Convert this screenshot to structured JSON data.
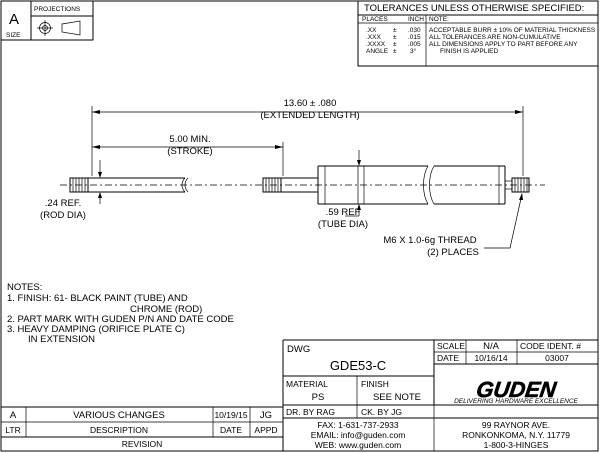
{
  "size_block": {
    "letter": "A",
    "label": "SIZE",
    "projections_label": "PROJECTIONS"
  },
  "tolerances": {
    "title": "TOLERANCES UNLESS OTHERWISE SPECIFIED:",
    "col_places": "PLACES",
    "col_inch": "INCH",
    "col_note": "NOTE:",
    "rows": [
      {
        "places": ".XX",
        "pm": "±",
        "inch": ".030"
      },
      {
        "places": ".XXX",
        "pm": "±",
        "inch": ".015"
      },
      {
        "places": ".XXXX",
        "pm": "±",
        "inch": ".005"
      },
      {
        "places": "ANGLE",
        "pm": "±",
        "inch": "3°"
      }
    ],
    "notes": [
      "ACCEPTABLE BURR ± 10% OF MATERIAL THICKNESS",
      "ALL TOLERANCES ARE NON-CUMULATIVE",
      "ALL DIMENSIONS APPLY TO PART BEFORE ANY",
      "FINISH IS APPLIED"
    ]
  },
  "dimensions": {
    "extended_value": "13.60 ± .080",
    "extended_label": "(EXTENDED LENGTH)",
    "stroke_value": "5.00 MIN.",
    "stroke_label": "(STROKE)",
    "rod_value": ".24 REF.",
    "rod_label": "(ROD DIA)",
    "tube_value": ".59 REF",
    "tube_label": "(TUBE DIA)",
    "thread_value": "M6 X 1.0-6g THREAD",
    "thread_label": "(2) PLACES"
  },
  "notes": {
    "heading": "NOTES:",
    "lines": [
      "1. FINISH: 61-  BLACK PAINT (TUBE) AND",
      "CHROME (ROD)",
      "2. PART MARK WITH GUDEN P/N AND DATE CODE",
      "3. HEAVY DAMPING (ORIFICE PLATE C)",
      "IN EXTENSION"
    ]
  },
  "title_block": {
    "dwg_label": "DWG",
    "dwg_number": "GDE53-C",
    "scale_label": "SCALE",
    "scale_value": "N/A",
    "code_label": "CODE IDENT. #",
    "date_label": "DATE",
    "date_value": "10/16/14",
    "code_value": "03007",
    "material_label": "MATERIAL",
    "material_value": "PS",
    "finish_label": "FINISH",
    "finish_value": "SEE NOTE",
    "drawn_by": "DR. BY  RAG",
    "checked_by": "CK. BY  JG",
    "fax": "FAX:  1-631-737-2933",
    "email": "EMAIL:  info@guden.com",
    "web": "WEB:  www.guden.com",
    "address1": "99 RAYNOR AVE.",
    "address2": "RONKONKOMA, N.Y. 11779",
    "phone": "1-800-3-HINGES",
    "logo_text": "GUDEN",
    "tagline": "DELIVERING HARDWARE EXCELLENCE"
  },
  "revision": {
    "row_ltr": "A",
    "row_desc": "VARIOUS CHANGES",
    "row_date": "10/19/15",
    "row_appd": "JG",
    "head_ltr": "LTR",
    "head_desc": "DESCRIPTION",
    "head_date": "DATE",
    "head_appd": "APPD",
    "footer": "REVISION"
  }
}
